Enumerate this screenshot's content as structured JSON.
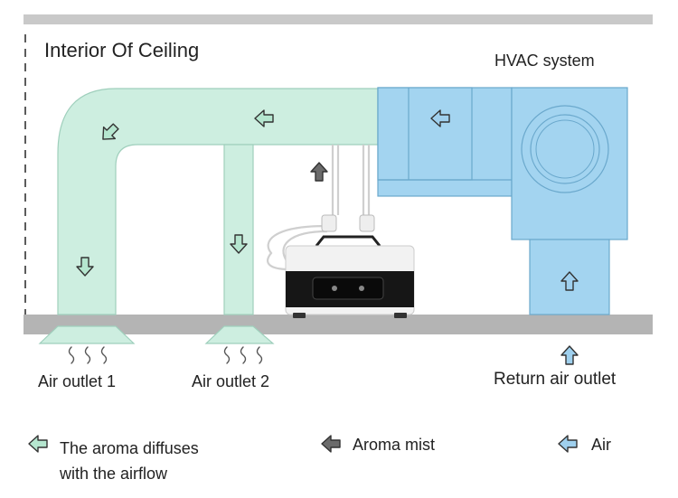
{
  "labels": {
    "title": "Interior Of Ceiling",
    "hvac_system": "HVAC system",
    "air_outlet_1": "Air outlet 1",
    "air_outlet_2": "Air outlet 2",
    "return_air_outlet": "Return air outlet"
  },
  "legend": {
    "aroma_diffuses_line1": "The aroma diffuses",
    "aroma_diffuses_line2": "with the airflow",
    "aroma_mist": "Aroma mist",
    "air": "Air"
  },
  "colors": {
    "duct_green": "#cdeee0",
    "duct_stroke": "#9fcfbc",
    "hvac_blue": "#a3d4f0",
    "hvac_stroke": "#6aa8cc",
    "ceiling_gray": "#b4b4b4",
    "mist_arrow": "#6b6b6b"
  },
  "icons": {
    "diffuse_arrow": "green-arrow-icon",
    "mist_arrow": "gray-arrow-icon",
    "air_arrow": "blue-arrow-icon"
  }
}
